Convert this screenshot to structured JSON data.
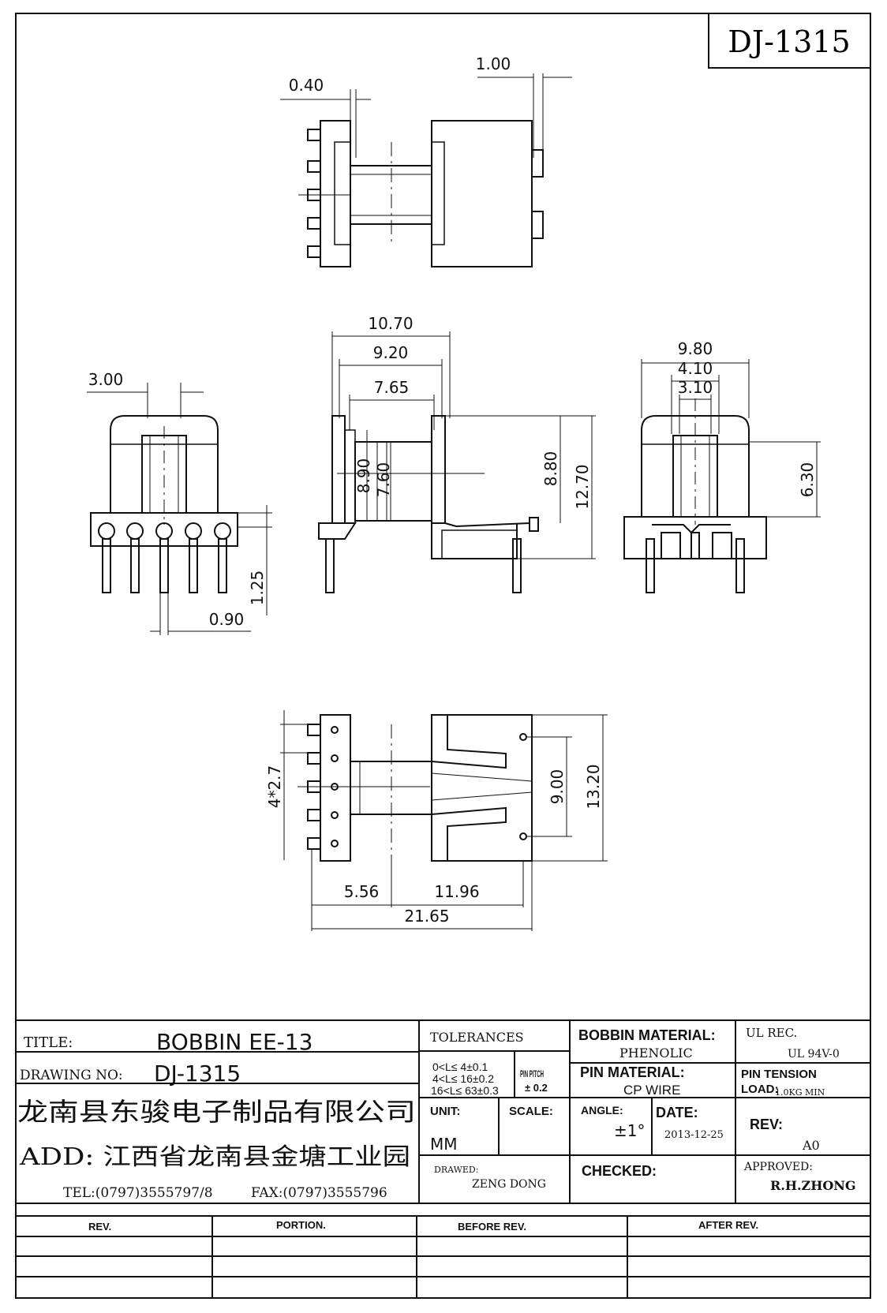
{
  "drawing_number_box": "DJ-1315",
  "dimensions": {
    "top_view": {
      "left_gap": "0.40",
      "right_gap": "1.00"
    },
    "front_view": {
      "head_width": "3.00",
      "pin_length": "1.25",
      "pin_width": "0.90"
    },
    "side_view": {
      "overall_width": "10.70",
      "flange_width": "9.20",
      "winding_width": "7.65",
      "inner_height": "8.90",
      "core_height": "7.60",
      "flange_height": "8.80",
      "overall_height": "12.70"
    },
    "right_view": {
      "overall_width": "9.80",
      "window_width": "4.10",
      "core_width": "3.10",
      "height": "6.30"
    },
    "bottom_view": {
      "pin_pitch": "4*2.7",
      "pin_row_offset": "5.56",
      "body_length": "11.96",
      "overall_length": "21.65",
      "inner_span": "9.00",
      "outer_span": "13.20"
    }
  },
  "title_block": {
    "title_label": "TITLE:",
    "title_value": "BOBBIN EE-13",
    "drawing_no_label": "DRAWING NO:",
    "drawing_no_value": "DJ-1315",
    "company_name": "龙南县东骏电子制品有限公司",
    "address": "ADD: 江西省龙南县金塘工业园",
    "tel": "TEL:(0797)3555797/8",
    "fax": "FAX:(0797)3555796",
    "tolerances_label": "TOLERANCES",
    "tolerance_rows": [
      "0<L≤ 4±0.1",
      "4<L≤ 16±0.2",
      "16<L≤ 63±0.3"
    ],
    "pin_pitch_label": "PIN PITCH",
    "pin_pitch_value": "± 0.2",
    "unit_label": "UNIT:",
    "unit_value": "MM",
    "scale_label": "SCALE:",
    "drawed_label": "DRAWED:",
    "drawed_value": "ZENG DONG",
    "bobbin_material_label": "BOBBIN MATERIAL:",
    "bobbin_material_value": "PHENOLIC",
    "pin_material_label": "PIN MATERIAL:",
    "pin_material_value": "CP WIRE",
    "angle_label": "ANGLE:",
    "angle_value": "±1°",
    "date_label": "DATE:",
    "date_value": "2013-12-25",
    "checked_label": "CHECKED:",
    "ul_rec_label": "UL REC.",
    "ul_rec_value": "UL 94V-0",
    "pin_tension_label": "PIN TENSION",
    "load_label": "LOAD:",
    "load_value": "1.0KG MIN",
    "rev_label": "REV:",
    "rev_value": "A0",
    "approved_label": "APPROVED:",
    "approved_value": "R.H.ZHONG"
  },
  "revision_table": {
    "headers": [
      "REV.",
      "PORTION.",
      "BEFORE REV.",
      "AFTER REV."
    ],
    "rows": [
      [
        "",
        "",
        "",
        ""
      ],
      [
        "",
        "",
        "",
        ""
      ],
      [
        "",
        "",
        "",
        ""
      ],
      [
        "",
        "",
        "",
        ""
      ]
    ]
  }
}
